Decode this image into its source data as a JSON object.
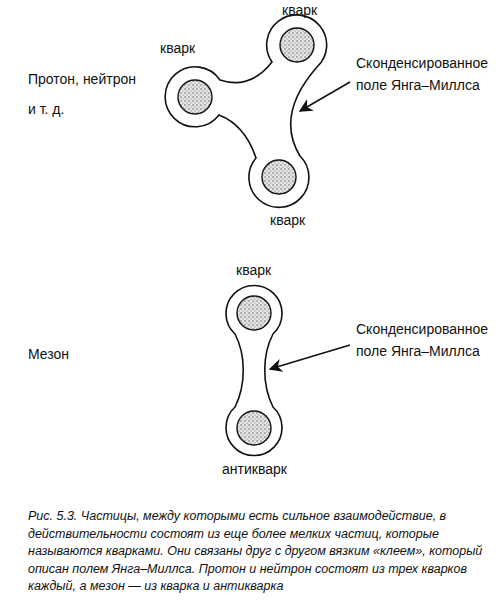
{
  "diagram": {
    "caption": "Рис. 5.3. Частицы, между которыми есть сильное взаимодействие, в действительности состоят из еще более мелких частиц, которые называются кварками. Они связаны друг с другом вязким «клеем», который описан полем Янга–Миллса. Протон и нейтрон состоят из трех кварков каждый, а мезон — из кварка и антикварка",
    "labels": [
      "кварк",
      "кварк",
      "Протон, нейтрон и т. д.",
      "Сконденсированное поле Янга–Миллса",
      "кварк",
      "кварк",
      "Сконденсированное поле Янга–Миллса",
      "Мезон",
      "антикварк"
    ]
  }
}
